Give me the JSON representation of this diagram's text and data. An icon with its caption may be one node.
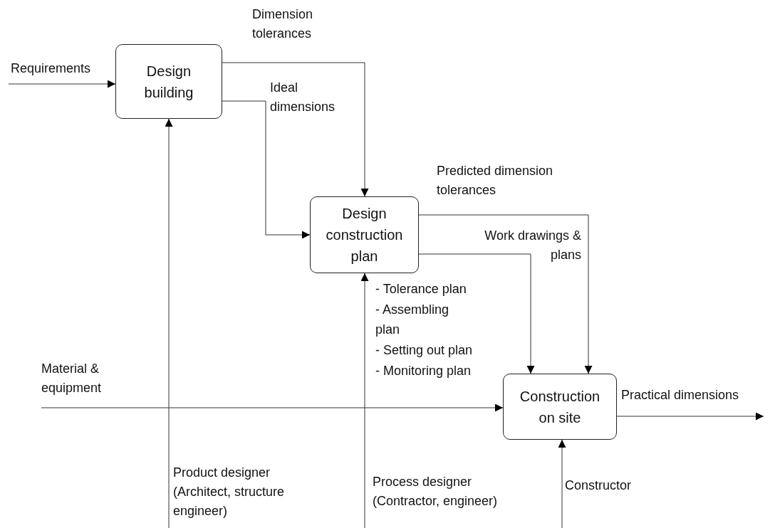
{
  "diagram": {
    "nodes": [
      {
        "text": [
          "Design building"
        ]
      },
      {
        "text": [
          "Design construction plan"
        ]
      },
      {
        "text": [
          "Construction on site"
        ]
      }
    ],
    "edges": [
      {
        "from": null,
        "to": 0,
        "arrow": "to",
        "label": "Requirements"
      },
      {
        "from": 0,
        "to": 1,
        "arrow": "to",
        "label": "Dimension tolerances"
      },
      {
        "from": 0,
        "to": 1,
        "arrow": "to",
        "label": "Ideal dimensions"
      },
      {
        "from": null,
        "to": 0,
        "arrow": "to",
        "label": "Product designer (Architect, structure engineer)"
      },
      {
        "from": 1,
        "to": 2,
        "arrow": "to",
        "label": "Predicted dimension tolerances"
      },
      {
        "from": 1,
        "to": 2,
        "arrow": "to",
        "label": "Work drawings & plans"
      },
      {
        "from": null,
        "to": 1,
        "arrow": "to",
        "label": "Process designer (Contractor, engineer)"
      },
      {
        "from": null,
        "to": 2,
        "arrow": "to",
        "label": "Material & equipment"
      },
      {
        "from": null,
        "to": 2,
        "arrow": "to",
        "label": "Constructor"
      },
      {
        "from": 2,
        "to": null,
        "arrow": "to",
        "label": "Practical dimensions"
      }
    ],
    "labels": [
      "- Tolerance plan",
      "- Assembling plan",
      "- Setting out plan",
      "- Monitoring plan"
    ]
  }
}
